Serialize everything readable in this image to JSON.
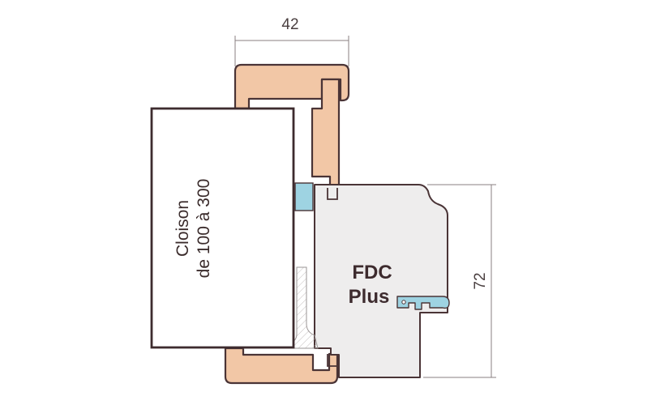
{
  "diagram": {
    "dimensions": {
      "width_label": "42",
      "height_label": "72"
    },
    "wall": {
      "label_line1": "Cloison",
      "label_line2": "de 100 à 300"
    },
    "product": {
      "label_line1": "FDC",
      "label_line2": "Plus"
    },
    "colors": {
      "frame_wood": "#f2c7a6",
      "outline": "#4a3436",
      "door_panel": "#eeeded",
      "seal_blue": "#9ed3e2",
      "dimension_line": "#8a7f80"
    }
  }
}
